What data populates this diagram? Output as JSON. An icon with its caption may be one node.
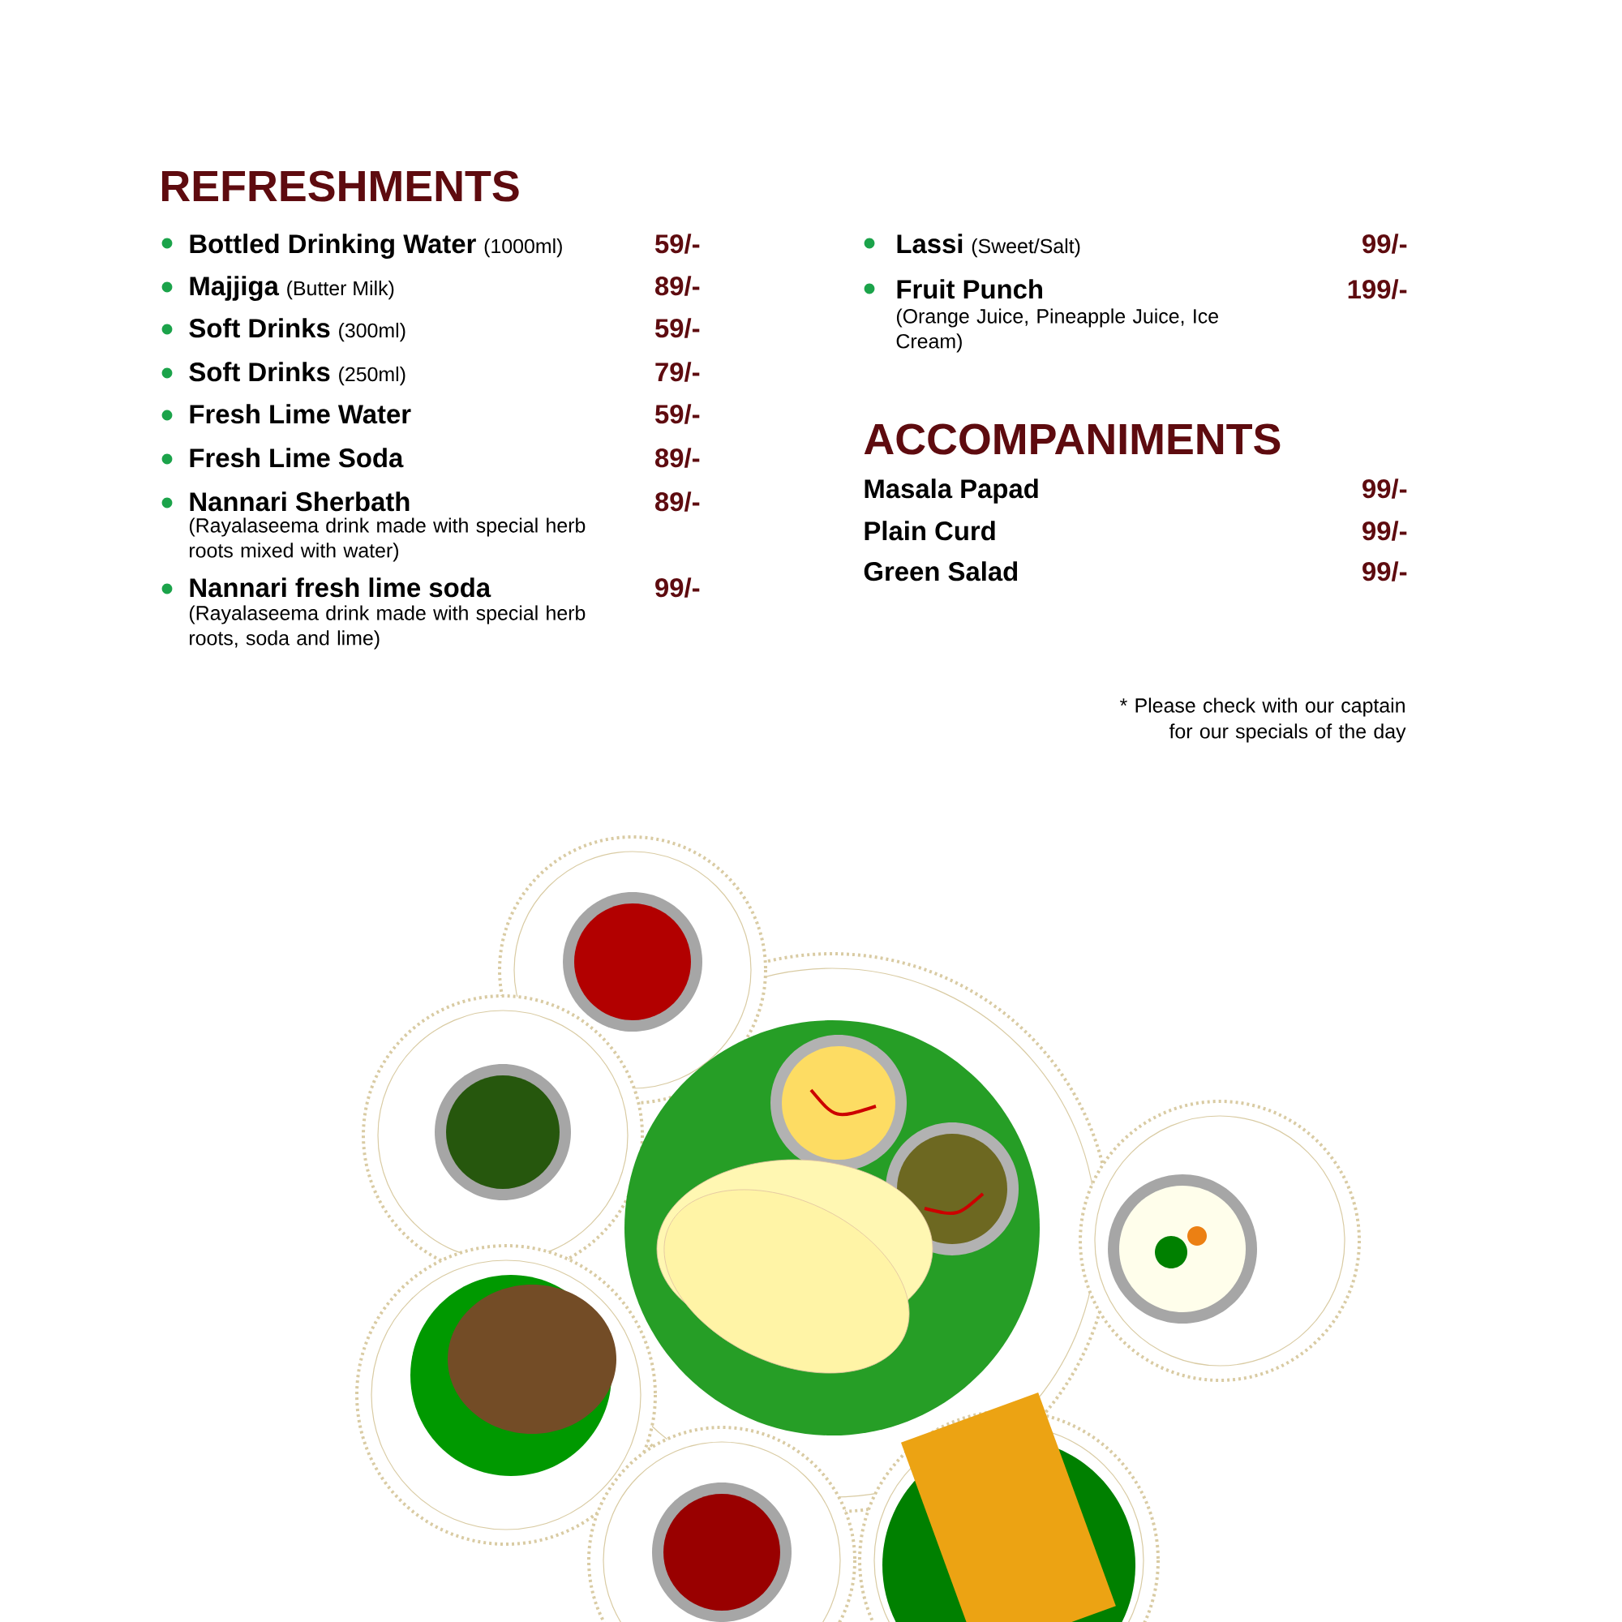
{
  "diagram": {
    "labels": [
      "REFRESHMENTS",
      "Bottled Drinking Water",
      "(1000ml)",
      "59/-",
      "Majjiga",
      "(Butter Milk)",
      "89/-",
      "Soft Drinks",
      "(300ml)",
      "59/-",
      "Soft Drinks",
      "(250ml)",
      "79/-",
      "Fresh Lime Water",
      "59/-",
      "Fresh Lime Soda",
      "89/-",
      "Nannari Sherbath",
      "89/-",
      "(Rayalaseema drink made with special herb roots mixed with water)",
      "Nannari fresh lime soda",
      "99/-",
      "(Rayalaseema drink made with special herb roots, soda and lime)",
      "Lassi",
      "(Sweet/Salt)",
      "99/-",
      "Fruit Punch",
      "199/-",
      "(Orange Juice, Pineapple Juice, Ice Cream)",
      "ACCOMPANIMENTS",
      "Masala Papad",
      "99/-",
      "Plain Curd",
      "99/-",
      "Green Salad",
      "99/-",
      "* Please check with our captain for our specials of the day"
    ]
  }
}
